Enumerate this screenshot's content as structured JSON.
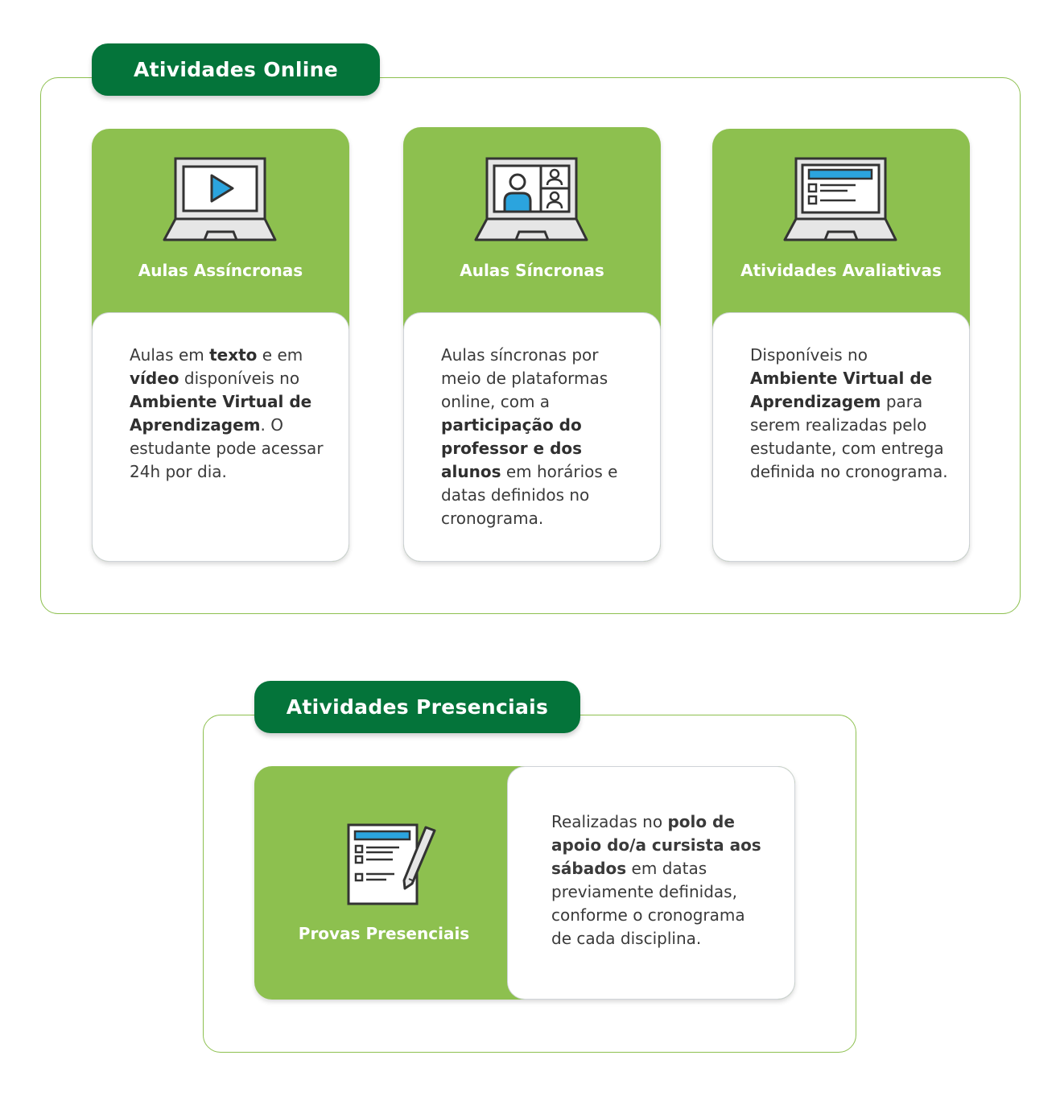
{
  "online": {
    "title": "Atividades Online",
    "cards": [
      {
        "title": "Aulas Assíncronas",
        "icon": "laptop-video-icon",
        "body": [
          {
            "t": "Aulas em ",
            "b": false
          },
          {
            "t": "texto",
            "b": true
          },
          {
            "t": " e em ",
            "b": false
          },
          {
            "t": "vídeo",
            "b": true
          },
          {
            "t": " disponíveis no ",
            "b": false
          },
          {
            "t": "Ambiente Virtual de Aprendizagem",
            "b": true
          },
          {
            "t": ". O estudante pode acessar 24h por dia.",
            "b": false
          }
        ]
      },
      {
        "title": "Aulas Síncronas",
        "icon": "laptop-video-call-icon",
        "body": [
          {
            "t": "Aulas síncronas por meio de plataformas online, com a ",
            "b": false
          },
          {
            "t": "participação do professor e dos alunos",
            "b": true
          },
          {
            "t": " em horários e datas definidos no cronograma.",
            "b": false
          }
        ]
      },
      {
        "title": "Atividades Avaliativas",
        "icon": "laptop-checklist-icon",
        "body": [
          {
            "t": "Disponíveis no ",
            "b": false
          },
          {
            "t": "Ambiente Virtual de Aprendizagem",
            "b": true
          },
          {
            "t": " para serem realizadas pelo estudante, com entrega definida no cronograma.",
            "b": false
          }
        ]
      }
    ]
  },
  "presencial": {
    "title": "Atividades Presenciais",
    "card": {
      "title": "Provas Presenciais",
      "icon": "exam-paper-pencil-icon",
      "body": [
        {
          "t": "Realizadas no ",
          "b": false
        },
        {
          "t": "polo de apoio do/a cursista aos sábados",
          "b": true
        },
        {
          "t": " em datas previamente definidas, conforme o cronograma de cada disciplina.",
          "b": false
        }
      ]
    }
  },
  "colors": {
    "dark_green": "#04743a",
    "light_green": "#8dc04f",
    "accent_blue": "#2ba4de"
  }
}
